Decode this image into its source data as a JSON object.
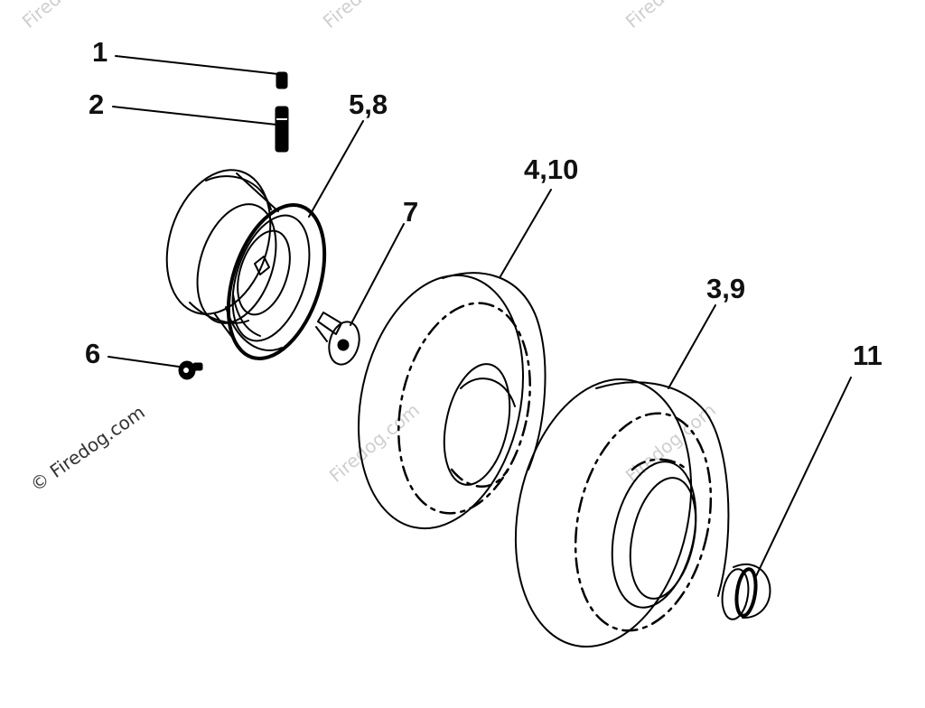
{
  "watermark": {
    "text": "© Firedog.com",
    "faint_text": "Firedog.com"
  },
  "callouts": {
    "c1": "1",
    "c2": "2",
    "c3": "3,9",
    "c4": "4,10",
    "c5": "5,8",
    "c6": "6",
    "c7": "7",
    "c11": "11"
  },
  "parts": [
    {
      "id": "valve-cap",
      "callout": "1"
    },
    {
      "id": "valve-stem",
      "callout": "2"
    },
    {
      "id": "rim",
      "callout": "5,8"
    },
    {
      "id": "bolt",
      "callout": "6"
    },
    {
      "id": "bushing",
      "callout": "7"
    },
    {
      "id": "tire-front",
      "callout": "4,10"
    },
    {
      "id": "tire-rear",
      "callout": "3,9"
    },
    {
      "id": "hub-cap",
      "callout": "11"
    }
  ]
}
